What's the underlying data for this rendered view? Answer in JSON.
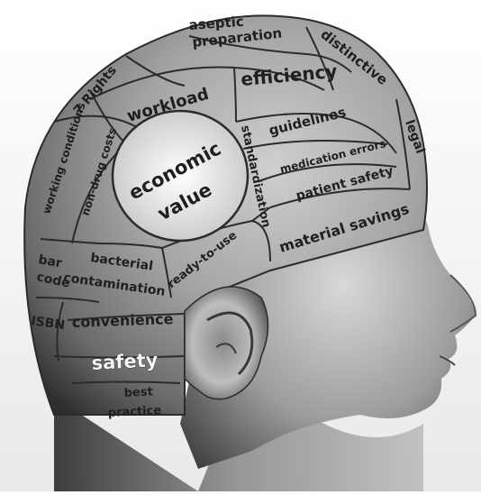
{
  "regions": {
    "aseptic": [
      "aseptic",
      "preparation"
    ],
    "distinctive": "distinctive",
    "efficiency": "efficiency",
    "rights": "7 Rights",
    "workload": "workload",
    "guidelines": "guidelines",
    "legal": "legal",
    "working_conditions": "working conditions",
    "non_drug_costs": "non-drug costs",
    "economic_value": [
      "economic",
      "value"
    ],
    "standardization": "standardization",
    "medication_errors": "medication errors",
    "patient_safety": "patient safety",
    "material_savings": "material savings",
    "bar_code": [
      "bar",
      "code"
    ],
    "bacterial": [
      "bacterial",
      "contamination"
    ],
    "ready_to_use": "ready-to-use",
    "isbn": "ISBN",
    "convenience": "convenience",
    "safety": "safety",
    "best_practice": [
      "best",
      "practice"
    ]
  },
  "colors": {
    "background": "#ffffff",
    "scalp": "#9a9a9a",
    "lines": "#2b2b2b",
    "text": "#1f1f1f"
  }
}
